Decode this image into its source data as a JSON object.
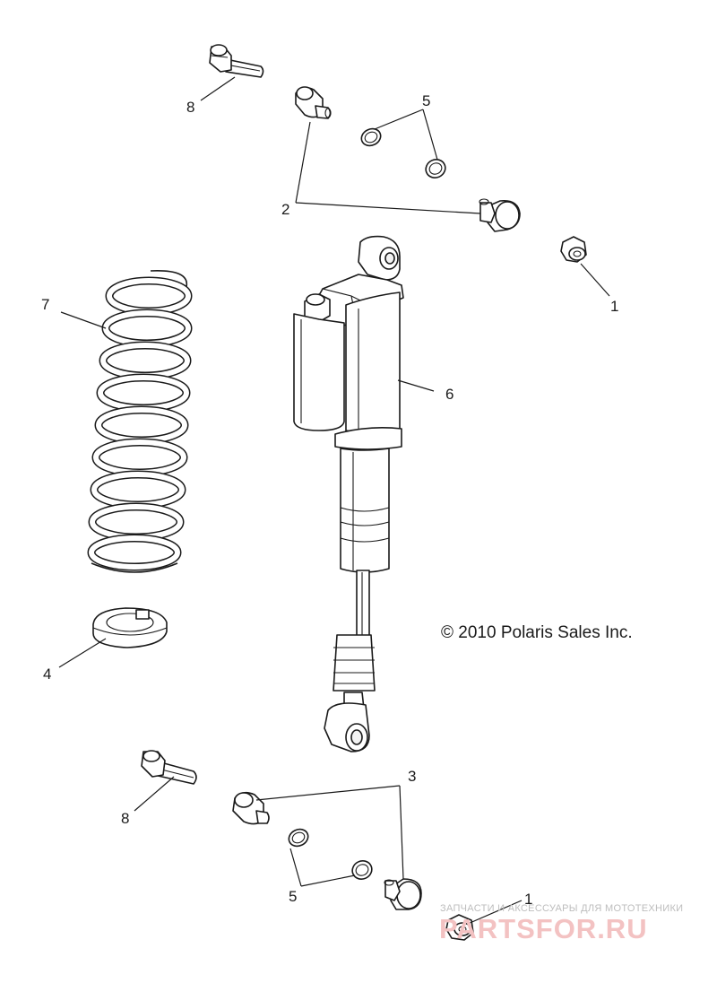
{
  "copyright": "© 2010 Polaris Sales Inc.",
  "watermark": {
    "tagline": "ЗАПЧАСТИ И АКСЕССУАРЫ ДЛЯ МОТОТЕХНИКИ",
    "brand": "PARTSFOR.RU"
  },
  "callouts": {
    "nut_top": "1",
    "nut_bottom": "1",
    "bushing_top": "2",
    "bushing_bottom": "3",
    "spring_retainer": "4",
    "washer_top": "5",
    "washer_bottom": "5",
    "shock": "6",
    "spring": "7",
    "bolt_top": "8",
    "bolt_bottom": "8"
  }
}
